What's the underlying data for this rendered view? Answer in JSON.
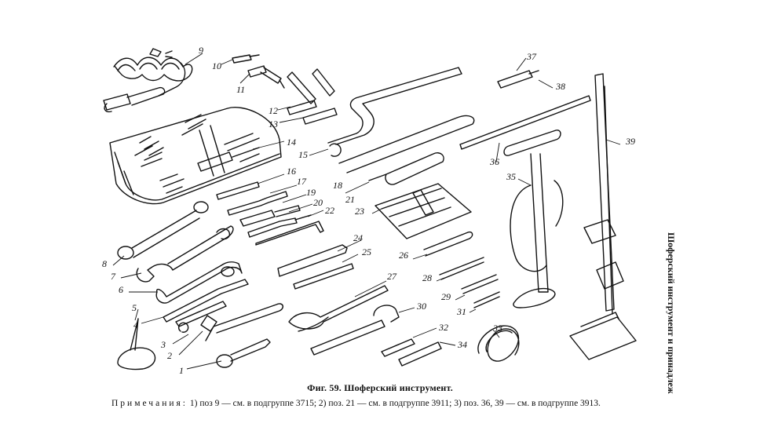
{
  "figure": {
    "caption": "Фиг. 59. Шоферский инструмент.",
    "note_label": "Примечания:",
    "note_text": "1) поз 9 — см. в подгруппе 3715; 2) поз. 21 — см. в подгруппе 3911; 3) поз. 36, 39 — см. в подгруппе 3913.",
    "side_text": "Шоферский инструмент и принадлеж"
  },
  "callouts": [
    {
      "id": "1",
      "text": "1"
    },
    {
      "id": "2",
      "text": "2"
    },
    {
      "id": "3",
      "text": "3"
    },
    {
      "id": "4",
      "text": "4"
    },
    {
      "id": "5",
      "text": "5"
    },
    {
      "id": "6",
      "text": "6"
    },
    {
      "id": "7",
      "text": "7"
    },
    {
      "id": "8",
      "text": "8"
    },
    {
      "id": "9",
      "text": "9"
    },
    {
      "id": "10",
      "text": "10"
    },
    {
      "id": "11",
      "text": "11"
    },
    {
      "id": "12",
      "text": "12"
    },
    {
      "id": "13",
      "text": "13"
    },
    {
      "id": "14",
      "text": "14"
    },
    {
      "id": "15",
      "text": "15"
    },
    {
      "id": "16",
      "text": "16"
    },
    {
      "id": "17",
      "text": "17"
    },
    {
      "id": "18",
      "text": "18"
    },
    {
      "id": "19",
      "text": "19"
    },
    {
      "id": "20",
      "text": "20"
    },
    {
      "id": "21",
      "text": "21"
    },
    {
      "id": "22",
      "text": "22"
    },
    {
      "id": "23",
      "text": "23"
    },
    {
      "id": "24",
      "text": "24"
    },
    {
      "id": "25",
      "text": "25"
    },
    {
      "id": "26",
      "text": "26"
    },
    {
      "id": "27",
      "text": "27"
    },
    {
      "id": "28",
      "text": "28"
    },
    {
      "id": "29",
      "text": "29"
    },
    {
      "id": "30",
      "text": "30"
    },
    {
      "id": "31",
      "text": "31"
    },
    {
      "id": "32",
      "text": "32"
    },
    {
      "id": "33",
      "text": "33"
    },
    {
      "id": "34",
      "text": "34"
    },
    {
      "id": "35",
      "text": "35"
    },
    {
      "id": "36",
      "text": "36"
    },
    {
      "id": "37",
      "text": "37"
    },
    {
      "id": "38",
      "text": "38"
    },
    {
      "id": "39",
      "text": "39"
    }
  ]
}
